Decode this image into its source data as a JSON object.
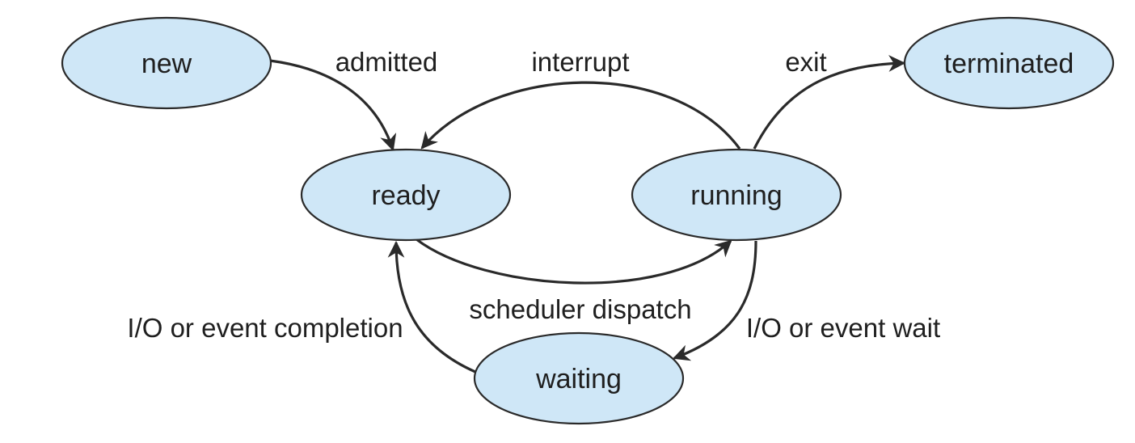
{
  "states": {
    "new": "new",
    "ready": "ready",
    "running": "running",
    "waiting": "waiting",
    "terminated": "terminated"
  },
  "transitions": {
    "admitted": "admitted",
    "interrupt": "interrupt",
    "exit": "exit",
    "scheduler_dispatch": "scheduler dispatch",
    "io_event_completion": "I/O or event completion",
    "io_event_wait": "I/O or event wait"
  },
  "colors": {
    "state_fill": "#cfe7f7",
    "stroke": "#2a2a2a",
    "text": "#1f1f1f"
  }
}
